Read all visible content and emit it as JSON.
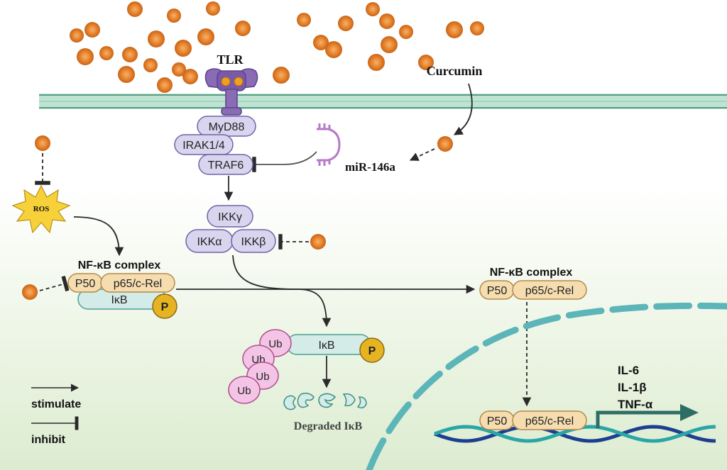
{
  "receptor": {
    "label": "TLR"
  },
  "stimulus": {
    "label": "Curcumin"
  },
  "adaptors": {
    "myd88": "MyD88",
    "irak": "IRAK1/4",
    "traf6": "TRAF6"
  },
  "mirna": {
    "label": "miR-146a"
  },
  "ikk": {
    "gamma": "IKKγ",
    "alpha": "IKKα",
    "beta": "IKKβ"
  },
  "ros": {
    "label": "ROS"
  },
  "nfkb_left": {
    "title": "NF-κB complex",
    "p50": "P50",
    "p65": "p65/c-Rel",
    "ikb": "IκB",
    "phos": "P"
  },
  "nfkb_right": {
    "title": "NF-κB complex",
    "p50": "P50",
    "p65": "p65/c-Rel"
  },
  "ub_complex": {
    "ikb": "IκB",
    "phos": "P",
    "ub": [
      "Ub",
      "Ub",
      "Ub",
      "Ub"
    ]
  },
  "degraded": {
    "label": "Degraded IκB"
  },
  "nucleus": {
    "p50": "P50",
    "p65": "p65/c-Rel"
  },
  "cytokines": [
    "IL-6",
    "IL-1β",
    "TNF-α"
  ],
  "legend": {
    "stimulate": "stimulate",
    "inhibit": "inhibit"
  },
  "colors": {
    "curcumin": "#e8852f",
    "membrane": "#7fc0a8",
    "adaptor": "#d9d5ef",
    "adaptor_stroke": "#6f63a8",
    "tlr": "#8a6bb5",
    "mirna": "#b57ac8",
    "complex": "#f6ddb0",
    "complex_stroke": "#b58a4a",
    "ikb": "#d4ece8",
    "ikb_stroke": "#4a9f92",
    "phos": "#e6b422",
    "ub": "#f3c4e6",
    "ub_stroke": "#b0508e",
    "nuclear_envelope": "#5cb5b8",
    "dna_a": "#1d3f8f",
    "dna_b": "#2aa6a6",
    "ros": "#f7d13a",
    "arrow": "#2a2a2a",
    "gene_arrow": "#2d6e64"
  }
}
